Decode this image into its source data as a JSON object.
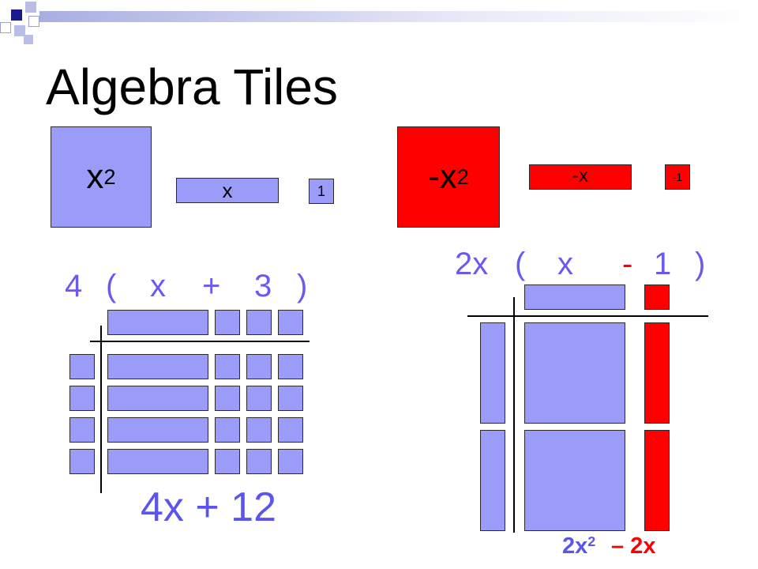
{
  "title": "Algebra Tiles",
  "legend": {
    "x_squared": "x",
    "x_squared_exp": "2",
    "x": "x",
    "one": "1",
    "neg_x_squared": "-x",
    "neg_x_squared_exp": "2",
    "neg_x": "-x",
    "neg_one": "-1"
  },
  "left_problem": {
    "tokens": [
      "4",
      "(",
      "x",
      "+",
      "3",
      ")"
    ],
    "result": "4x + 12"
  },
  "right_problem": {
    "tokens": [
      "2x",
      "(",
      "x",
      "-",
      "1",
      ")"
    ],
    "result_pos": "2x",
    "result_pos_exp": "2",
    "result_neg": "– 2x"
  },
  "colors": {
    "positive_tile": "#9a9cf7",
    "negative_tile": "#ff0000",
    "text_purple": "#6a5af2"
  }
}
